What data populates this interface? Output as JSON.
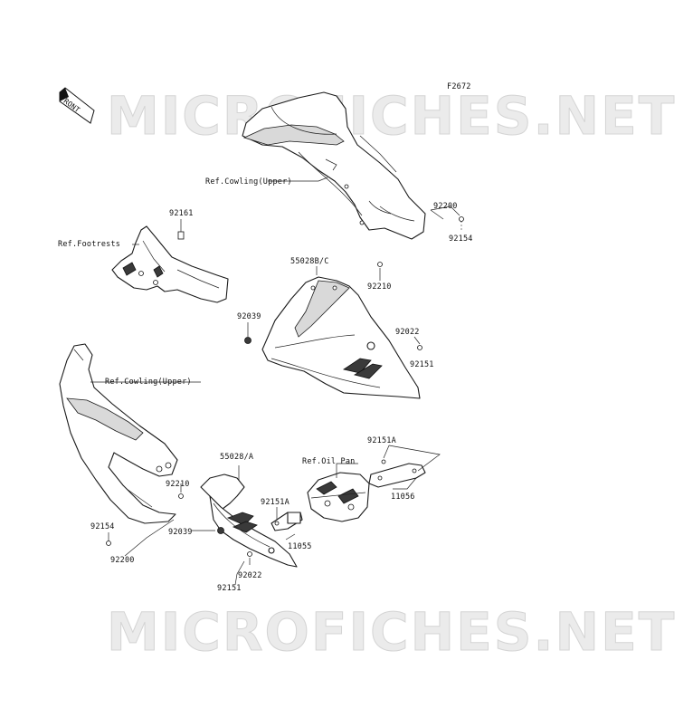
{
  "figure_code": "F2672",
  "front_badge": "FRONT",
  "watermarks": [
    "MICROFICHES.NET",
    "MICROFICHES.NET"
  ],
  "labels": {
    "ref_cowling_upper_top": "Ref.Cowling(Upper)",
    "p92200_top": "92200",
    "p92154_top": "92154",
    "p92161": "92161",
    "ref_footrests": "Ref.Footrests",
    "p55028bc": "55028B/C",
    "p92210_top": "92210",
    "p92039_top": "92039",
    "p92022_top": "92022",
    "p92151_top": "92151",
    "ref_cowling_upper_left": "Ref.Cowling(Upper)",
    "p92151a_right": "92151A",
    "ref_oil_pan": "Ref.Oil Pan",
    "p55028a": "55028/A",
    "p92210_bottom": "92210",
    "p11056": "11056",
    "p92151a_mid": "92151A",
    "p92039_bottom": "92039",
    "p11055": "11055",
    "p92154_bottom": "92154",
    "p92200_bottom": "92200",
    "p92022_bottom": "92022",
    "p92151_bottom": "92151"
  }
}
